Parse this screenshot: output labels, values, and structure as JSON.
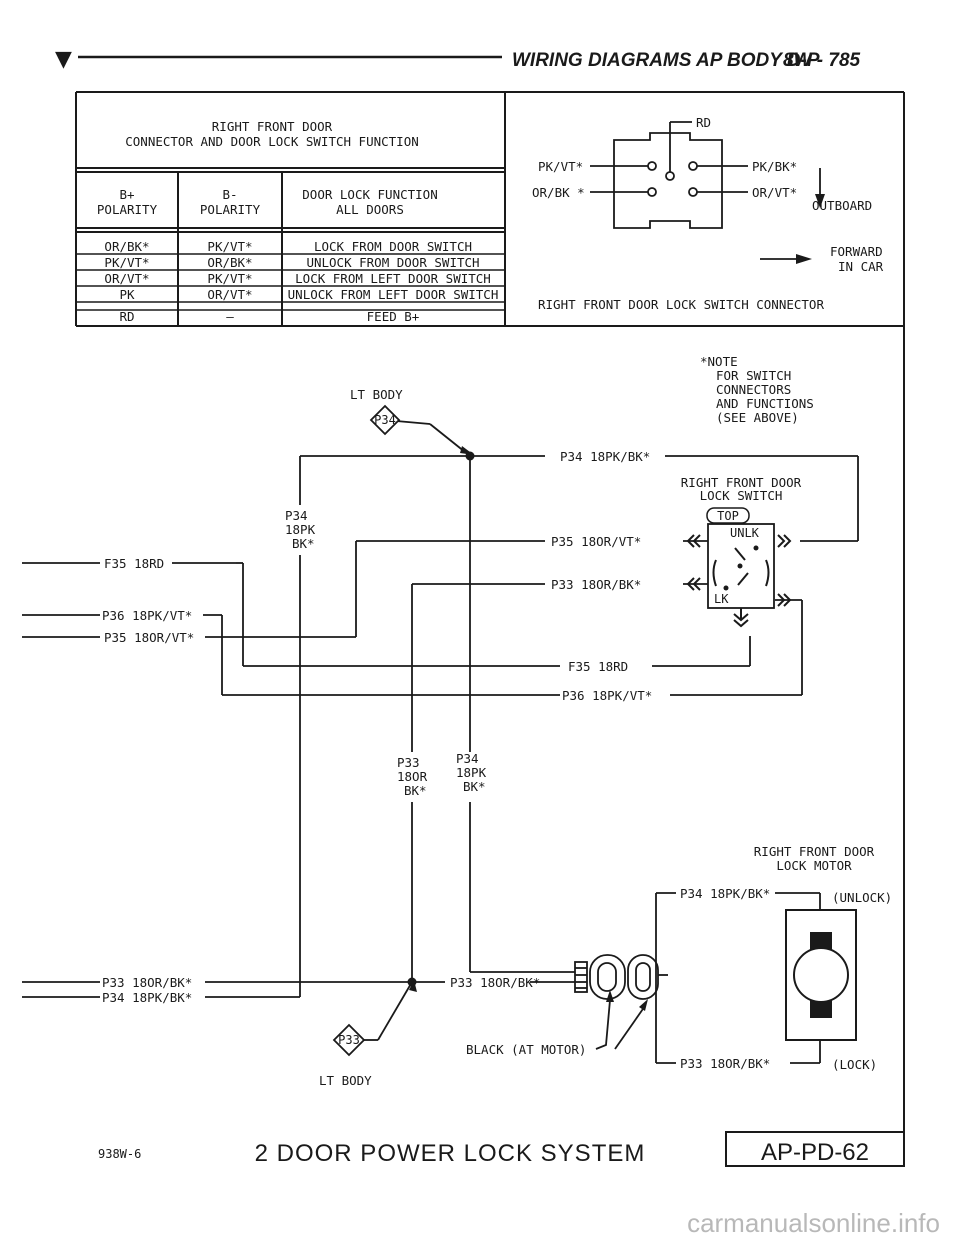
{
  "header": {
    "marker": "▼",
    "title": "WIRING DIAGRAMS AP BODY D-P",
    "page": "8W - 785"
  },
  "table": {
    "title_line1": "RIGHT FRONT DOOR",
    "title_line2": "CONNECTOR AND DOOR LOCK SWITCH FUNCTION",
    "col1_line1": "B+",
    "col1_line2": "POLARITY",
    "col2_line1": "B-",
    "col2_line2": "POLARITY",
    "col3_line1": "DOOR LOCK FUNCTION",
    "col3_line2": "ALL DOORS",
    "rows": [
      [
        "OR/BK*",
        "PK/VT*",
        "LOCK FROM DOOR SWITCH"
      ],
      [
        "PK/VT*",
        "OR/BK*",
        "UNLOCK FROM DOOR SWITCH"
      ],
      [
        "OR/VT*",
        "PK/VT*",
        "LOCK FROM LEFT DOOR SWITCH"
      ],
      [
        "PK",
        "OR/VT*",
        "UNLOCK FROM LEFT DOOR SWITCH"
      ],
      [
        "RD",
        "—",
        "FEED B+"
      ]
    ]
  },
  "connector": {
    "rd": "RD",
    "pin_tl": "PK/VT*",
    "pin_bl": "OR/BK *",
    "pin_tr": "PK/BK*",
    "pin_br": "OR/VT*",
    "outboard": "OUTBOARD",
    "forward_1": "FORWARD",
    "forward_2": "IN CAR",
    "caption": "RIGHT FRONT DOOR LOCK SWITCH CONNECTOR"
  },
  "note": {
    "l1": "*NOTE",
    "l2": "FOR SWITCH",
    "l3": "CONNECTORS",
    "l4": "AND FUNCTIONS",
    "l5": "(SEE ABOVE)"
  },
  "lt_body_top": "LT BODY",
  "lt_body_bottom": "LT BODY",
  "splice_p34": "P34",
  "splice_p33": "P33",
  "switch": {
    "l1": "RIGHT FRONT DOOR",
    "l2": "LOCK SWITCH",
    "top": "TOP",
    "unlk": "UNLK",
    "lk": "LK"
  },
  "motor": {
    "l1": "RIGHT FRONT DOOR",
    "l2": "LOCK MOTOR",
    "unlock": "(UNLOCK)",
    "lock": "(LOCK)",
    "black": "BLACK (AT MOTOR)"
  },
  "wires": {
    "p34_top": "P34 18PK/BK*",
    "p35_right": "P35 18OR/VT*",
    "p33_right": "P33 18OR/BK*",
    "f35_right": "F35 18RD",
    "p36_right": "P36 18PK/VT*",
    "f35_left": "F35 18RD",
    "p36_left": "P36 18PK/VT*",
    "p35_left": "P35 18OR/VT*",
    "p33_left": "P33 18OR/BK*",
    "p34_left": "P34 18PK/BK*",
    "p33_mid": "P33 18OR/BK*",
    "p34_motor": "P34 18PK/BK*",
    "p33_motor": "P33 18OR/BK*",
    "vert_p34_1": "P34",
    "vert_p34_2": "18PK",
    "vert_p34_3": "BK*",
    "vert_p33_1": "P33",
    "vert_p33_2": "18OR",
    "vert_p33_3": "BK*",
    "vert_p34b_1": "P34",
    "vert_p34b_2": "18PK",
    "vert_p34b_3": "BK*"
  },
  "footer": {
    "code": "938W-6",
    "title": "2 DOOR POWER LOCK SYSTEM",
    "page_id": "AP-PD-62"
  },
  "watermark": "carmanualsonline.info"
}
